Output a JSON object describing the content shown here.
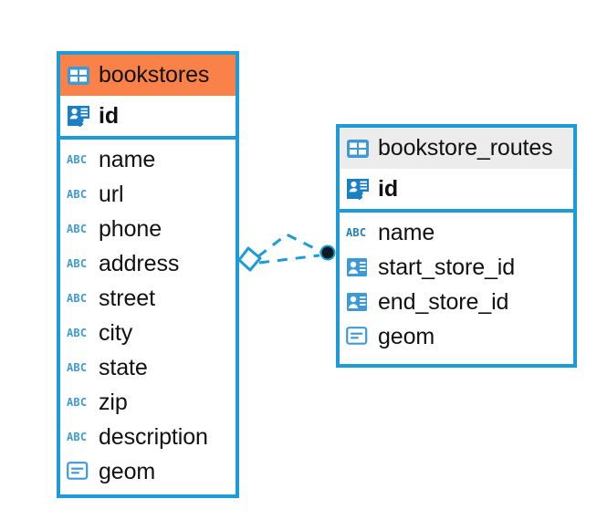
{
  "diagram": {
    "type": "entity-relationship-diagram",
    "background_color": "#ffffff",
    "accent_color": "#1b9bd8",
    "highlight_color": "#fa8147",
    "header_grey": "#ececed"
  },
  "entities": [
    {
      "name": "bookstores",
      "header_style": "accent-orange",
      "icon": "table-icon",
      "primary_key": {
        "label": "id",
        "icon": "primary-key-icon"
      },
      "fields": [
        {
          "label": "name",
          "icon": "text-field-icon"
        },
        {
          "label": "url",
          "icon": "text-field-icon"
        },
        {
          "label": "phone",
          "icon": "text-field-icon"
        },
        {
          "label": "address",
          "icon": "text-field-icon"
        },
        {
          "label": "street",
          "icon": "text-field-icon"
        },
        {
          "label": "city",
          "icon": "text-field-icon"
        },
        {
          "label": "state",
          "icon": "text-field-icon"
        },
        {
          "label": "zip",
          "icon": "text-field-icon"
        },
        {
          "label": "description",
          "icon": "text-field-icon"
        },
        {
          "label": "geom",
          "icon": "geometry-field-icon"
        }
      ]
    },
    {
      "name": "bookstore_routes",
      "header_style": "accent-grey",
      "icon": "table-icon",
      "primary_key": {
        "label": "id",
        "icon": "primary-key-icon"
      },
      "fields": [
        {
          "label": "name",
          "icon": "text-field-icon"
        },
        {
          "label": "start_store_id",
          "icon": "foreign-key-icon"
        },
        {
          "label": "end_store_id",
          "icon": "foreign-key-icon"
        },
        {
          "label": "geom",
          "icon": "geometry-field-icon"
        }
      ]
    }
  ],
  "relationship": {
    "style": "dashed",
    "color": "#1b9bd8",
    "source_marker": "diamond-marker",
    "target_marker": "filled-circle-marker"
  }
}
